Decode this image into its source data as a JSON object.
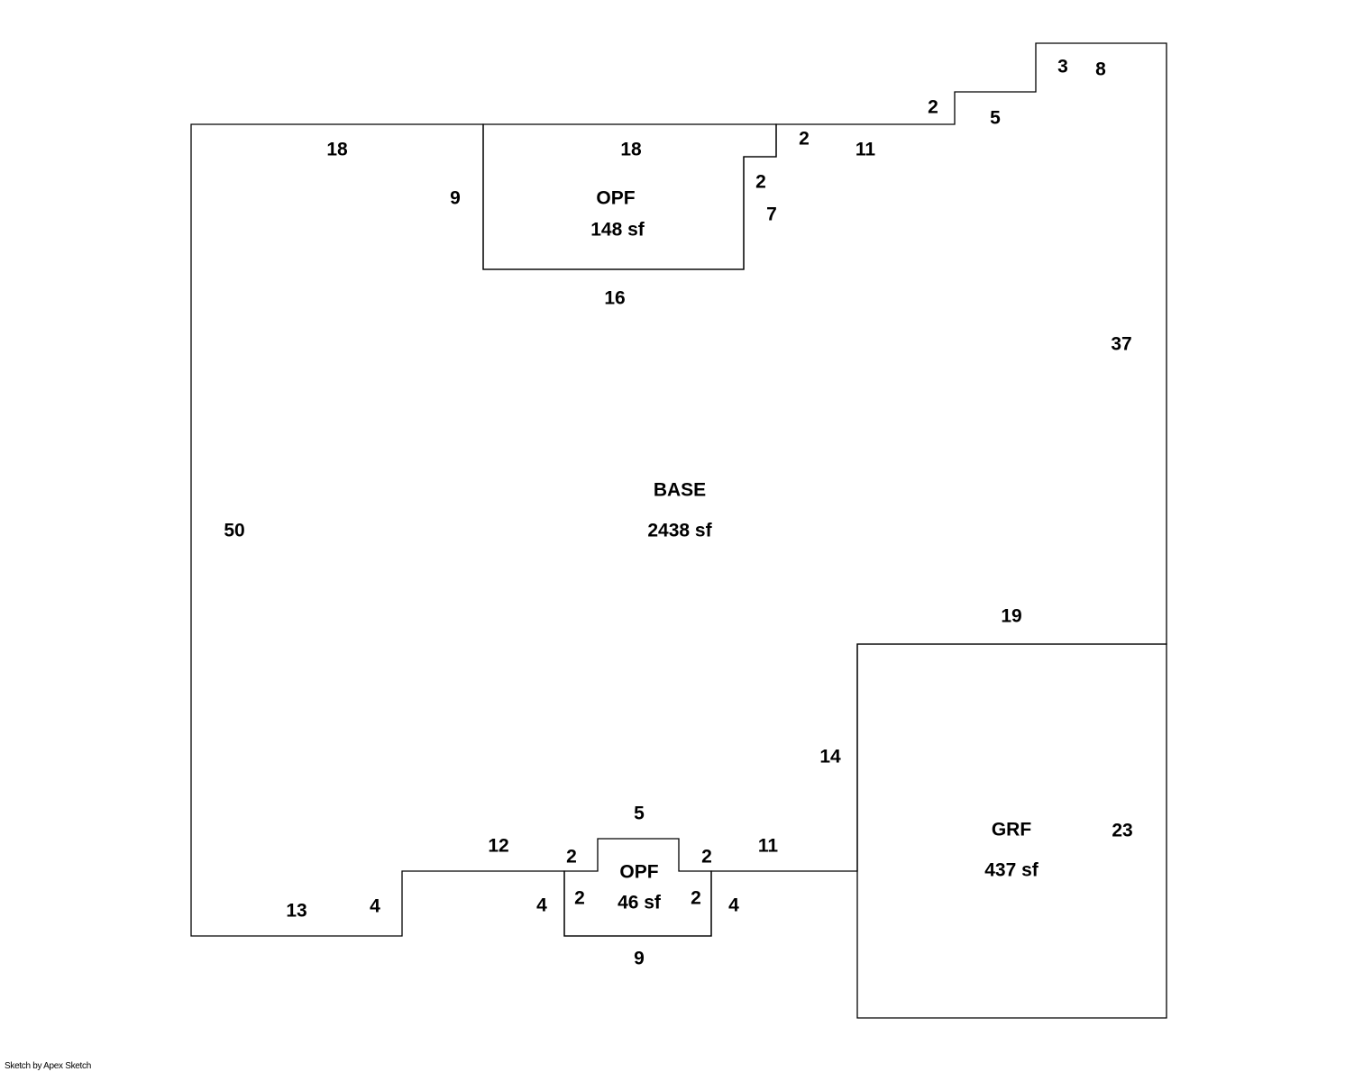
{
  "areas": {
    "base": {
      "name": "BASE",
      "area": "2438 sf"
    },
    "opf_top": {
      "name": "OPF",
      "area": "148 sf"
    },
    "opf_bottom": {
      "name": "OPF",
      "area": "46 sf"
    },
    "grf": {
      "name": "GRF",
      "area": "437 sf"
    }
  },
  "dimensions": {
    "base_top_left": "18",
    "base_left": "50",
    "base_bottom_left": "13",
    "base_step_bottom": "4",
    "base_bottom_mid": "12",
    "base_bottom_right": "11",
    "grf_left": "14",
    "grf_top": "19",
    "base_right": "37",
    "base_right_top": "8",
    "base_step_top_a": "3",
    "base_step_top_b": "5",
    "base_step_top_c": "2",
    "base_top_right": "11",
    "base_notch_a": "2",
    "opf_top_width": "18",
    "opf_top_left": "9",
    "opf_top_bottom": "16",
    "opf_top_right": "7",
    "opf_top_notch": "2",
    "grf_right": "23",
    "opf_bottom_top": "5",
    "opf_bottom_notch_left": "2",
    "opf_bottom_notch_right": "2",
    "opf_bottom_left": "4",
    "opf_bottom_right": "4",
    "opf_bottom_inner_left": "2",
    "opf_bottom_inner_right": "2",
    "opf_bottom_bottom": "9"
  },
  "footer": {
    "credit": "Sketch by Apex Sketch"
  }
}
